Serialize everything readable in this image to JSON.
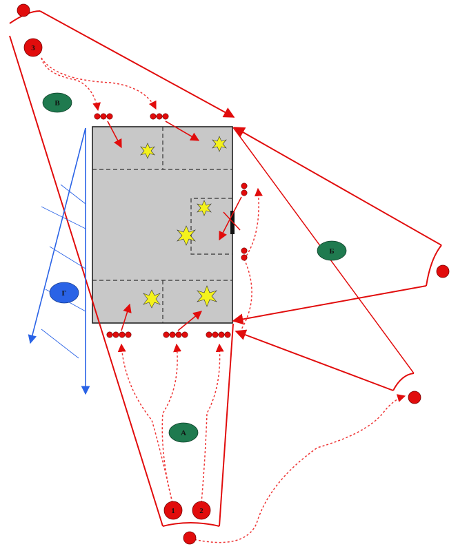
{
  "colors": {
    "red": "#e10c0c",
    "dashed_red": "#ee3333",
    "blue": "#2a63e6",
    "green": "#1f7a4f",
    "field": "#c8c8c8",
    "star": "#f4f21c"
  },
  "player_labels": {
    "p1": "1",
    "p2": "2",
    "p3": "3"
  },
  "zone_labels": {
    "a": "А",
    "b": "Б",
    "v": "В",
    "g": "Г"
  }
}
